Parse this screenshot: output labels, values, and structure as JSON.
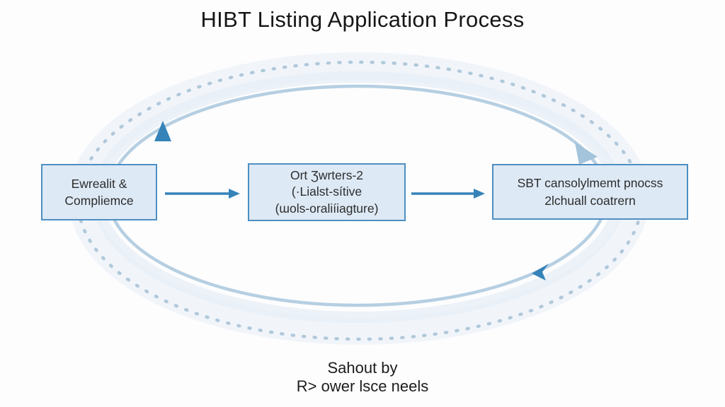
{
  "title": "HIBT Listing Application Process",
  "cycle": {
    "shape": "ellipse",
    "direction": "clockwise",
    "style": "dotted outer ring with solid inner ring and blue arrowheads"
  },
  "nodes": [
    {
      "id": "node-left",
      "lines": [
        "Ewrealit &",
        "Compliemce"
      ]
    },
    {
      "id": "node-middle",
      "lines": [
        "Ort Ʒwrters-2",
        "(·Lialst-sítive",
        "(ɯols-oraliíiagture)"
      ]
    },
    {
      "id": "node-right",
      "lines": [
        "SBT cansolylmemt pnocss",
        "2lchuall coatrern"
      ]
    }
  ],
  "connectors": [
    {
      "from": "node-left",
      "to": "node-middle",
      "type": "arrow-right"
    },
    {
      "from": "node-middle",
      "to": "node-right",
      "type": "arrow-right"
    }
  ],
  "caption": {
    "line1": "Sahout by",
    "line2": "R> ower lsce neels"
  },
  "colors": {
    "accent": "#3583b8",
    "ring-light": "#b6cfe2",
    "ring-dots": "#a5c0d4",
    "ring-glow": "#e7eff6",
    "arrow-light": "#a3c4db",
    "node-fill": "#dde9f5",
    "node-border": "#4d8fc2",
    "text": "#2d2d2d",
    "title-text": "#161616"
  }
}
